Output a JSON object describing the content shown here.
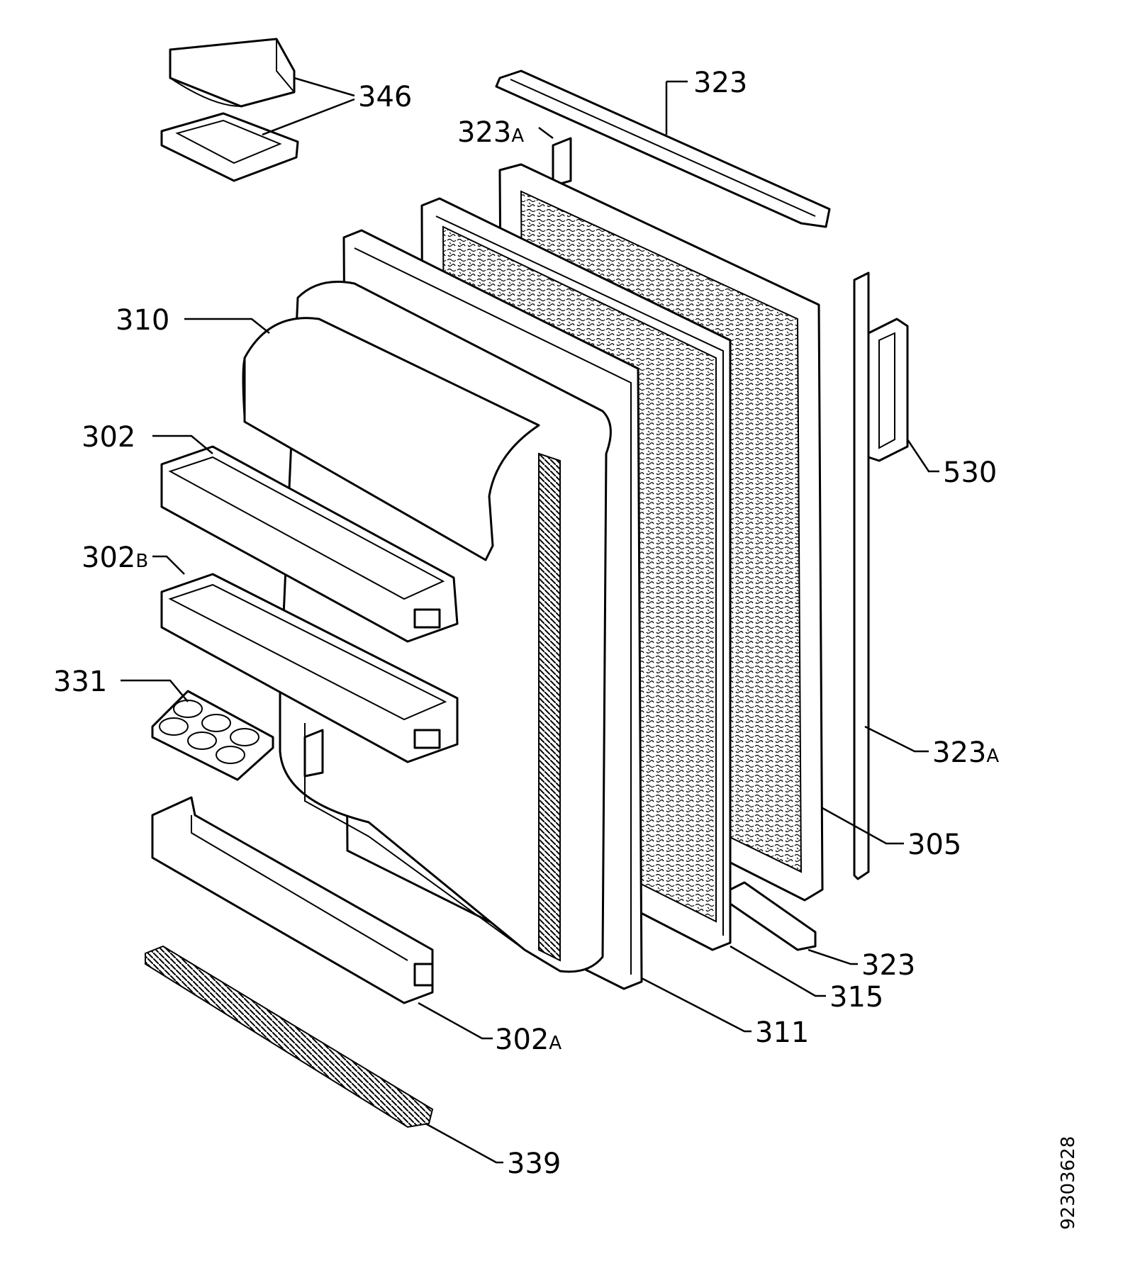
{
  "labels": {
    "l346": "346",
    "l323_top": "323",
    "l323a_top_num": "323",
    "l323a_top_suf": "A",
    "l310": "310",
    "l302": "302",
    "l302b_num": "302",
    "l302b_suf": "B",
    "l331": "331",
    "l530": "530",
    "l323a_right_num": "323",
    "l323a_right_suf": "A",
    "l305": "305",
    "l323_bottom": "323",
    "l315": "315",
    "l311": "311",
    "l302a_num": "302",
    "l302a_suf": "A",
    "l339": "339"
  },
  "doc_id": "92303628"
}
